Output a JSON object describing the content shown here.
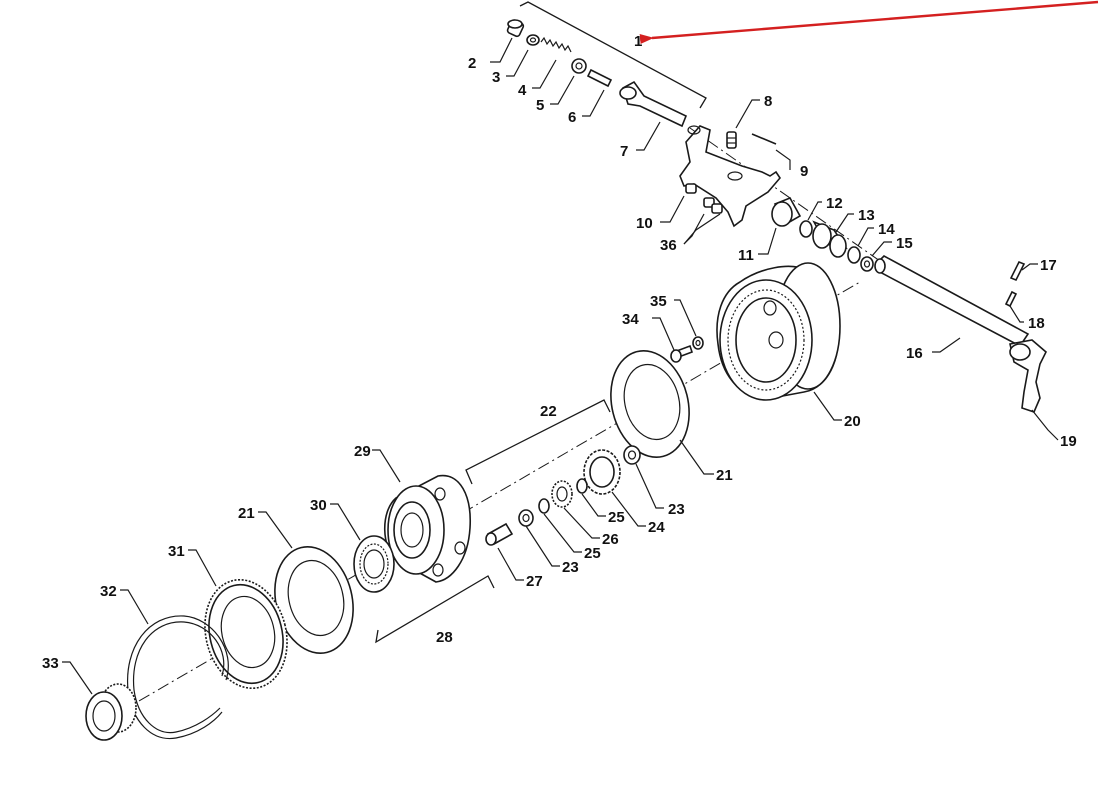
{
  "colors": {
    "line": "#1a1a1a",
    "background": "#ffffff",
    "highlight_arrow": "#d42020"
  },
  "highlight": {
    "target_callout": "1",
    "arrow_color": "#d42020"
  },
  "callouts": [
    {
      "id": "1",
      "text": "1"
    },
    {
      "id": "2",
      "text": "2"
    },
    {
      "id": "3",
      "text": "3"
    },
    {
      "id": "4",
      "text": "4"
    },
    {
      "id": "5",
      "text": "5"
    },
    {
      "id": "6",
      "text": "6"
    },
    {
      "id": "7",
      "text": "7"
    },
    {
      "id": "8",
      "text": "8"
    },
    {
      "id": "9",
      "text": "9"
    },
    {
      "id": "10",
      "text": "10"
    },
    {
      "id": "11",
      "text": "11"
    },
    {
      "id": "12",
      "text": "12"
    },
    {
      "id": "13",
      "text": "13"
    },
    {
      "id": "14",
      "text": "14"
    },
    {
      "id": "15",
      "text": "15"
    },
    {
      "id": "16",
      "text": "16"
    },
    {
      "id": "17",
      "text": "17"
    },
    {
      "id": "18",
      "text": "18"
    },
    {
      "id": "19",
      "text": "19"
    },
    {
      "id": "20",
      "text": "20"
    },
    {
      "id": "21a",
      "text": "21"
    },
    {
      "id": "21b",
      "text": "21"
    },
    {
      "id": "22",
      "text": "22"
    },
    {
      "id": "23a",
      "text": "23"
    },
    {
      "id": "23b",
      "text": "23"
    },
    {
      "id": "24",
      "text": "24"
    },
    {
      "id": "25a",
      "text": "25"
    },
    {
      "id": "25b",
      "text": "25"
    },
    {
      "id": "26",
      "text": "26"
    },
    {
      "id": "27",
      "text": "27"
    },
    {
      "id": "28",
      "text": "28"
    },
    {
      "id": "29",
      "text": "29"
    },
    {
      "id": "30",
      "text": "30"
    },
    {
      "id": "31",
      "text": "31"
    },
    {
      "id": "32",
      "text": "32"
    },
    {
      "id": "33",
      "text": "33"
    },
    {
      "id": "34",
      "text": "34"
    },
    {
      "id": "35",
      "text": "35"
    },
    {
      "id": "36",
      "text": "36"
    }
  ]
}
